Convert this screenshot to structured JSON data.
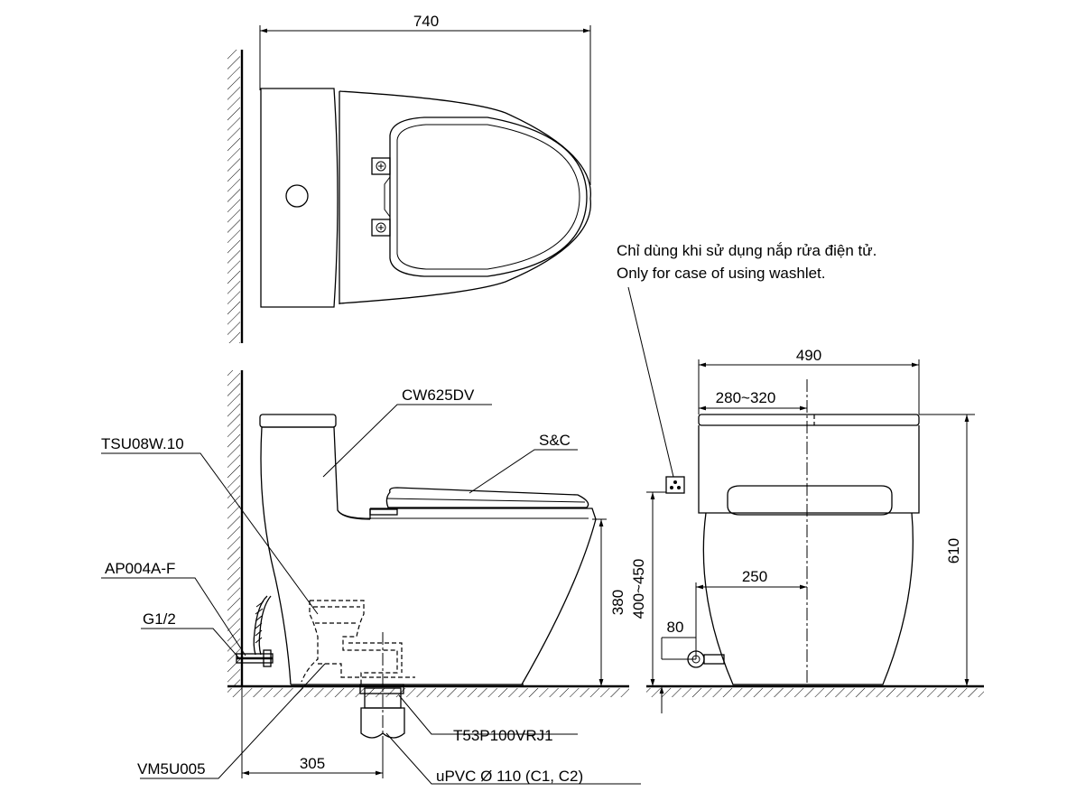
{
  "dimensions": {
    "top_width": "740",
    "side_length": "305",
    "side_height": "380",
    "front_width": "490",
    "front_seat_range": "280~320",
    "front_center": "250",
    "front_supply_height": "80",
    "front_outlet_height": "400~450",
    "front_total_height": "610"
  },
  "labels": {
    "model": "CW625DV",
    "seat": "S&C",
    "tank_fitting": "TSU08W.10",
    "angle_valve": "AP004A-F",
    "thread": "G1/2",
    "supply_hose": "VM5U005",
    "flange": "T53P100VRJ1",
    "drain": "uPVC Ø 110 (C1, C2)"
  },
  "note": {
    "vi": "Chỉ dùng khi sử dụng nắp rửa điện tử.",
    "en": "Only for case of using washlet."
  }
}
